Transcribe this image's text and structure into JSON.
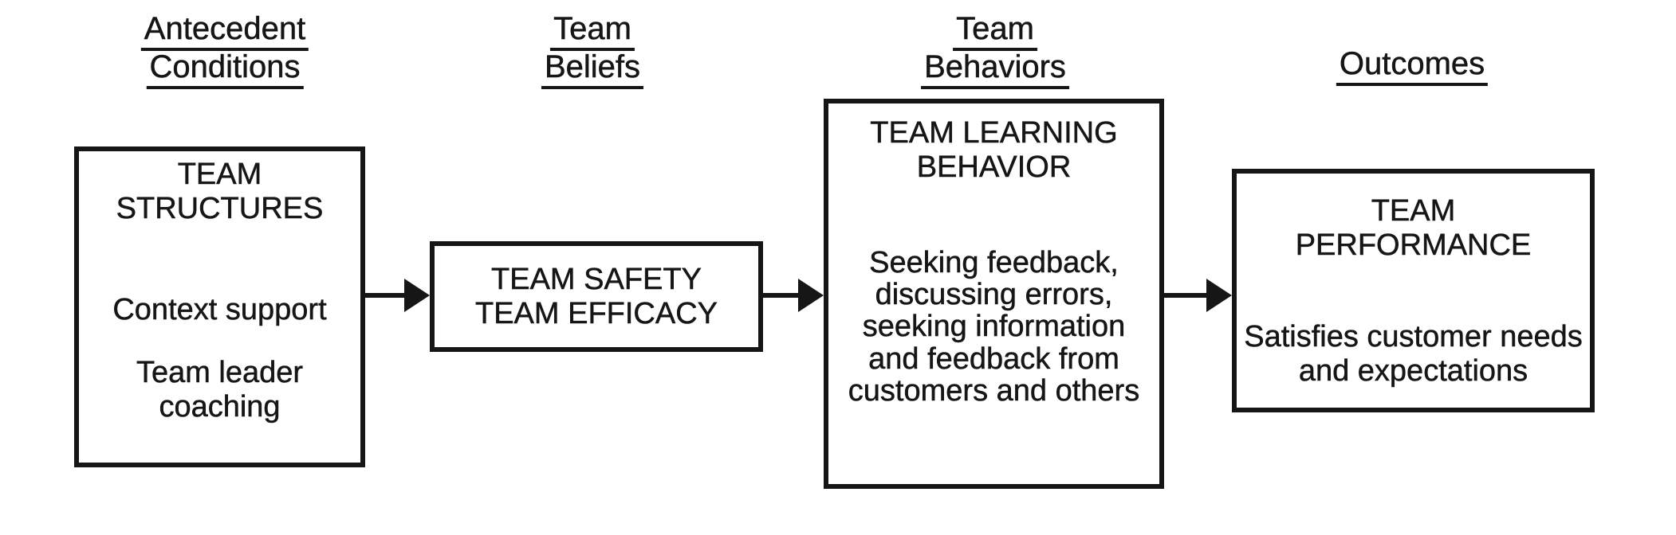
{
  "page": {
    "background_color": "#ffffff",
    "ink_color": "#161616"
  },
  "headings": [
    {
      "lines": [
        "Antecedent",
        "Conditions"
      ]
    },
    {
      "lines": [
        "Team",
        "Beliefs"
      ]
    },
    {
      "lines": [
        "Team",
        "Behaviors"
      ]
    },
    {
      "lines": [
        "Outcomes"
      ]
    }
  ],
  "boxes": [
    {
      "title_lines": [
        "TEAM",
        "STRUCTURES"
      ],
      "items": [
        {
          "lines": [
            "Context support"
          ]
        },
        {
          "lines": [
            "Team leader",
            "coaching"
          ]
        }
      ]
    },
    {
      "title_lines": [
        "TEAM SAFETY",
        "TEAM EFFICACY"
      ]
    },
    {
      "title_lines": [
        "TEAM LEARNING",
        "BEHAVIOR"
      ],
      "body_lines": [
        "Seeking feedback,",
        "discussing errors,",
        "seeking information",
        "and feedback from",
        "customers and others"
      ]
    },
    {
      "title_lines": [
        "TEAM",
        "PERFORMANCE"
      ],
      "body_lines": [
        "Satisfies customer needs",
        "and expectations"
      ]
    }
  ]
}
